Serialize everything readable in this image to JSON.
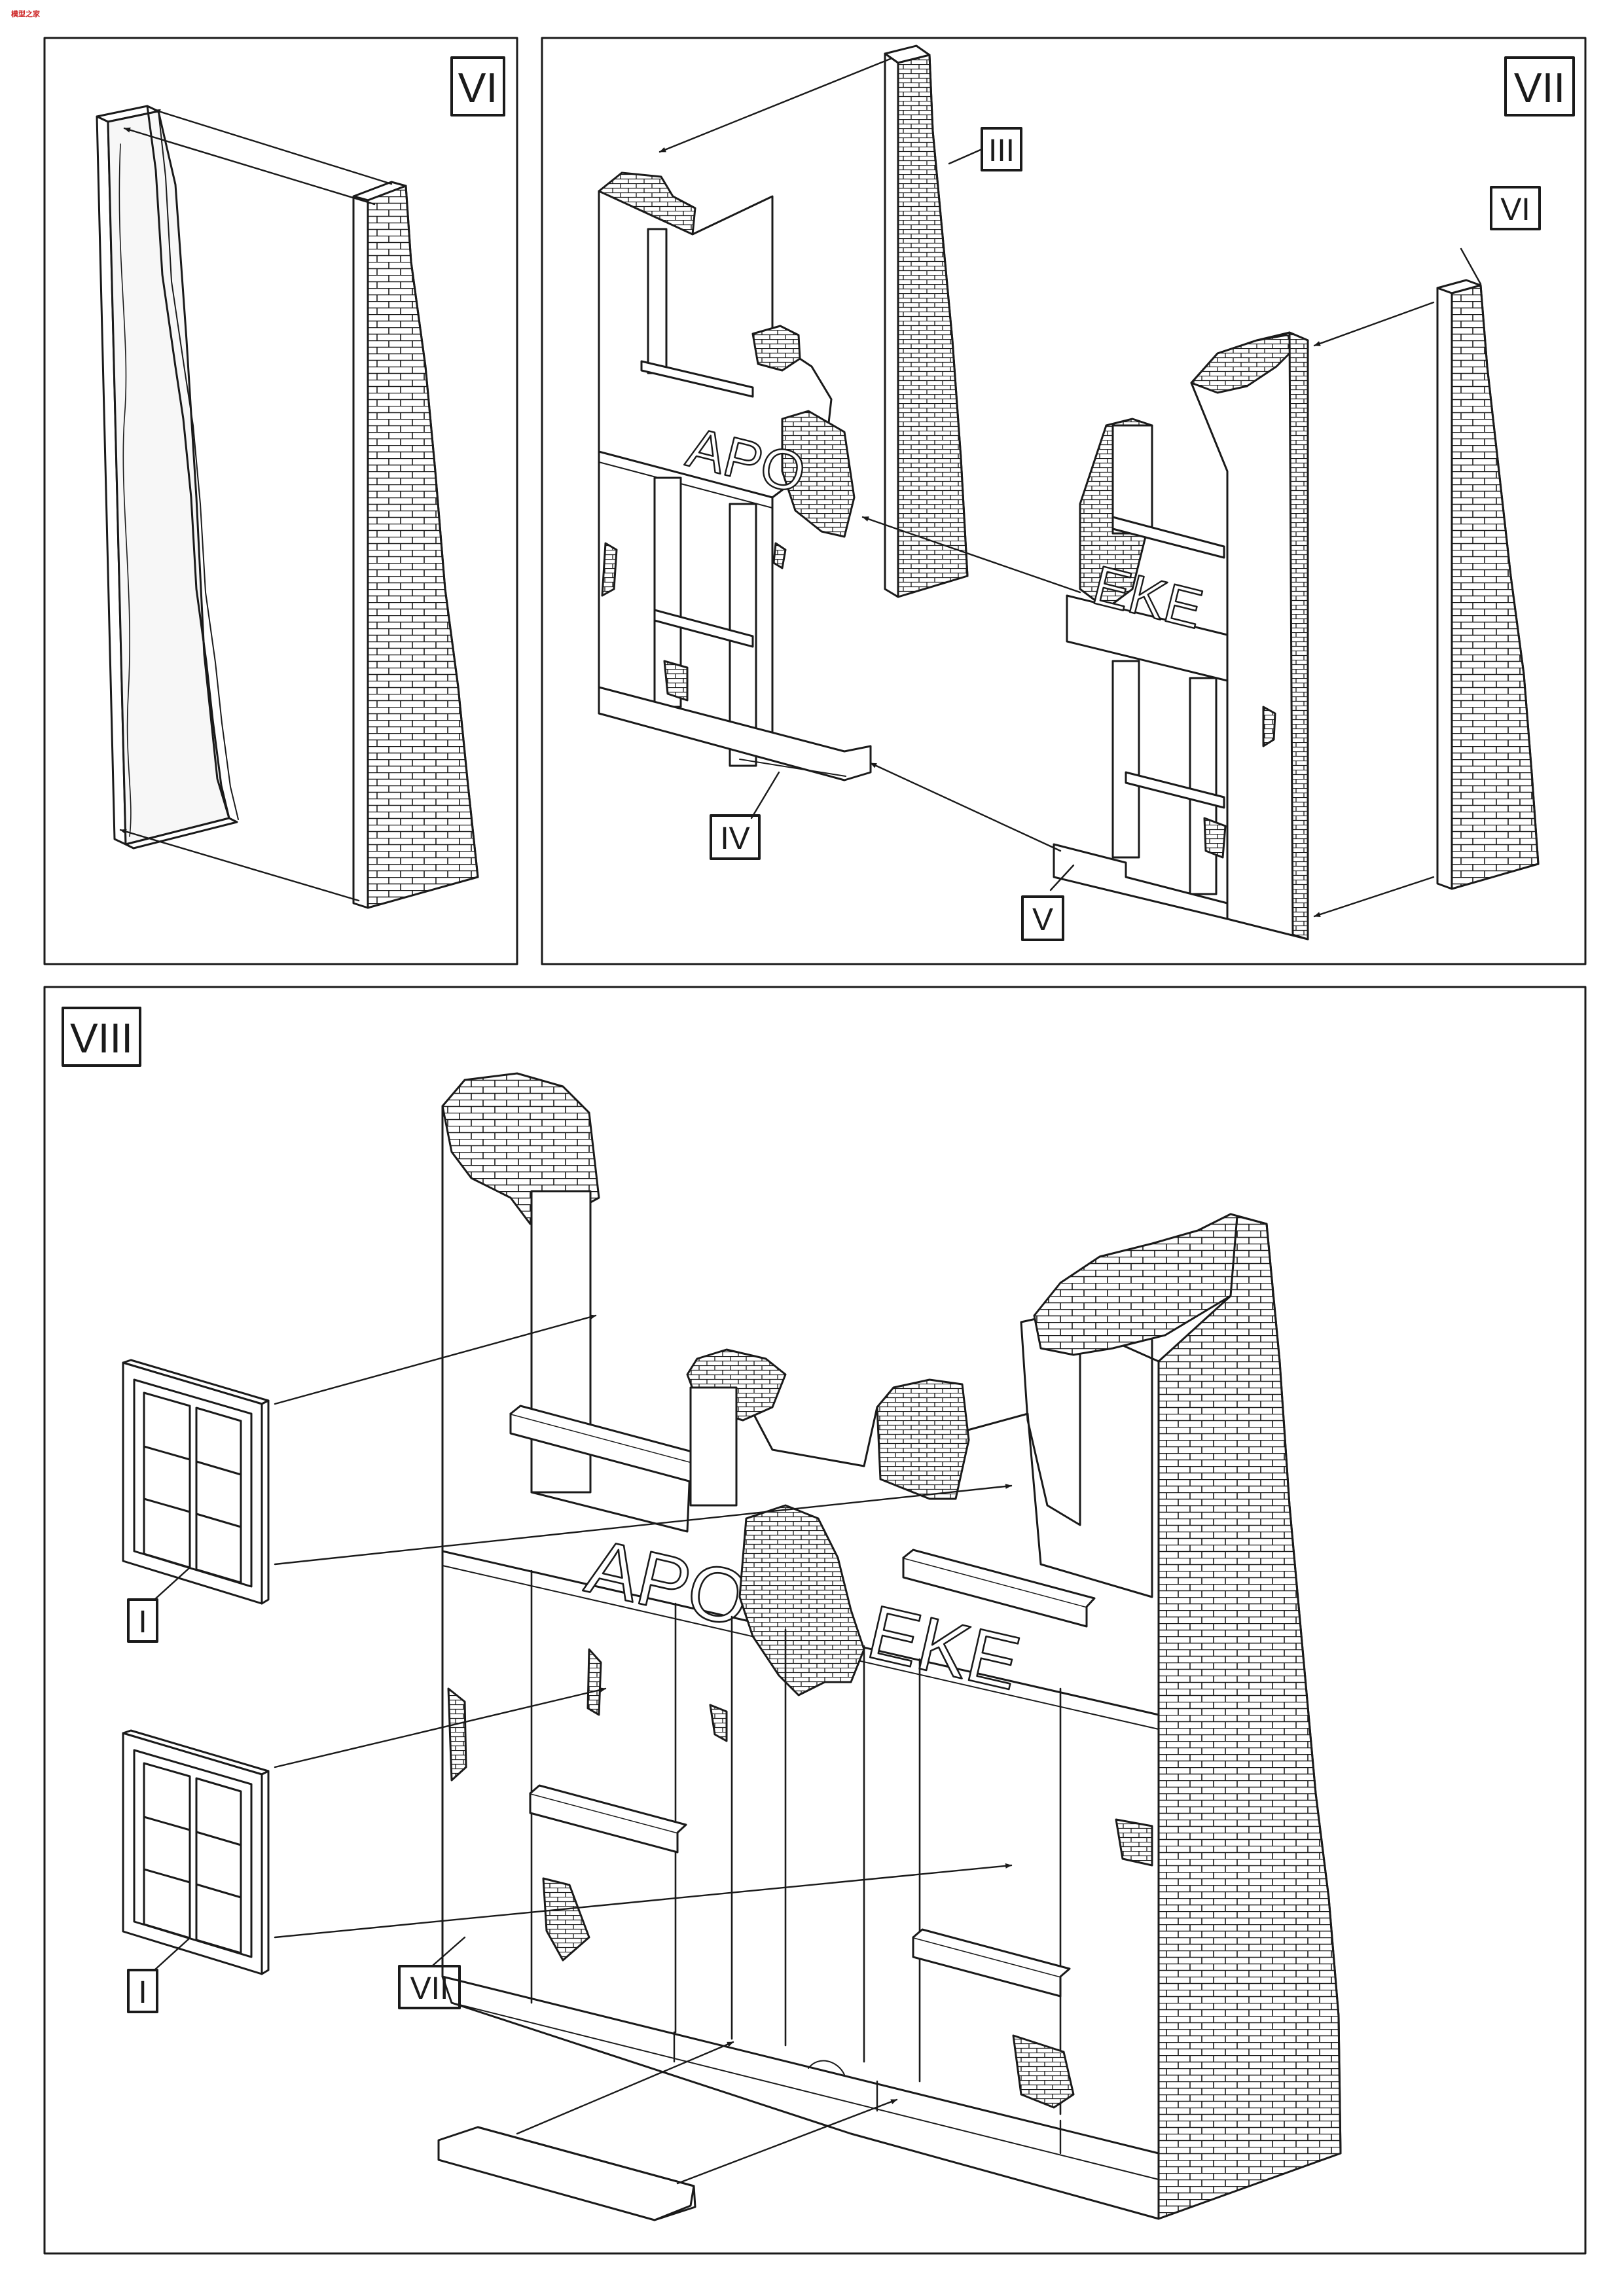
{
  "logo": {
    "text": "模型之家",
    "color": "#cc2222"
  },
  "panels": {
    "vi": {
      "step_label": "VI"
    },
    "vii": {
      "step_label": "VII",
      "callouts": [
        "III",
        "VI",
        "IV",
        "V"
      ]
    },
    "viii": {
      "step_label": "VIII",
      "callouts": [
        "I",
        "I",
        "VII"
      ]
    }
  },
  "sign": {
    "left": "APO",
    "right": "EKE"
  },
  "colors": {
    "line": "#1a1a1a",
    "paper": "#ffffff",
    "shade": "#efefef"
  }
}
